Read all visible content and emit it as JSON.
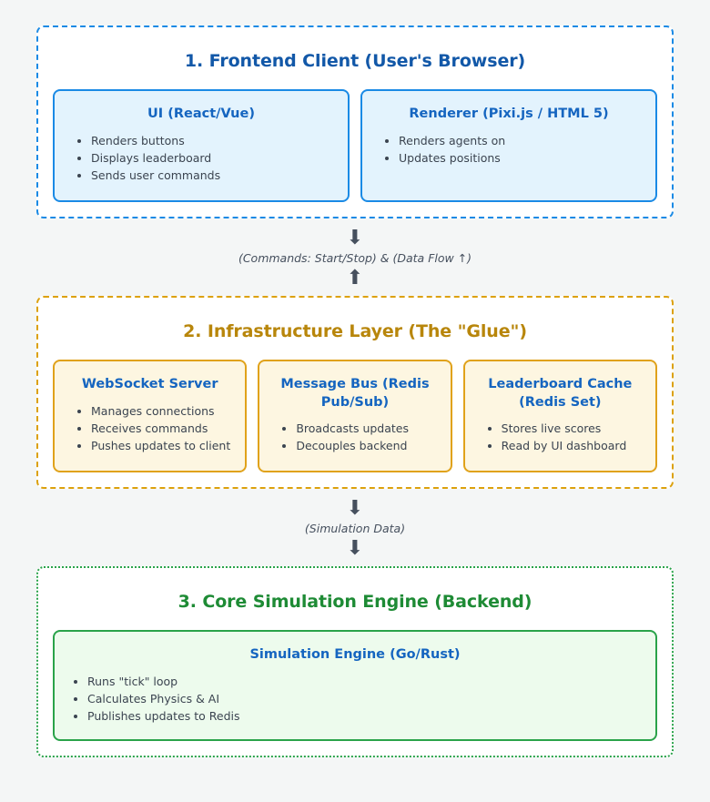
{
  "layers": [
    {
      "id": "frontend",
      "title": "1. Frontend Client (User's Browser)",
      "accent": "#1258a8",
      "border_color": "#1a8ae5",
      "cards": [
        {
          "title": "UI (React/Vue)",
          "items": [
            "Renders buttons",
            "Displays leaderboard",
            "Sends user commands"
          ]
        },
        {
          "title": "Renderer (Pixi.js / HTML 5)",
          "items": [
            "Renders agents on",
            "Updates positions"
          ]
        }
      ]
    },
    {
      "id": "infrastructure",
      "title": "2. Infrastructure Layer (The \"Glue\")",
      "accent": "#b8860b",
      "border_color": "#dca10d",
      "cards": [
        {
          "title": "WebSocket Server",
          "items": [
            "Manages connections",
            "Receives commands",
            "Pushes updates to client"
          ]
        },
        {
          "title": "Message Bus (Redis Pub/Sub)",
          "items": [
            "Broadcasts updates",
            "Decouples backend"
          ]
        },
        {
          "title": "Leaderboard Cache (Redis Set)",
          "items": [
            "Stores live scores",
            "Read by UI dashboard"
          ]
        }
      ]
    },
    {
      "id": "core-engine",
      "title": "3. Core Simulation Engine (Backend)",
      "accent": "#1e8b35",
      "border_color": "#2aa34a",
      "cards": [
        {
          "title": "Simulation Engine (Go/Rust)",
          "items": [
            "Runs \"tick\" loop",
            "Calculates Physics & AI",
            "Publishes updates to Redis"
          ]
        }
      ]
    }
  ],
  "connectors": [
    {
      "id": "frontend-to-infrastructure",
      "top_arrow": "⬇",
      "label": "(Commands: Start/Stop) & (Data Flow ↑)",
      "bottom_arrow": "⬆"
    },
    {
      "id": "infrastructure-to-core",
      "top_arrow": "⬇",
      "label": "(Simulation Data)",
      "bottom_arrow": "⬇"
    }
  ]
}
